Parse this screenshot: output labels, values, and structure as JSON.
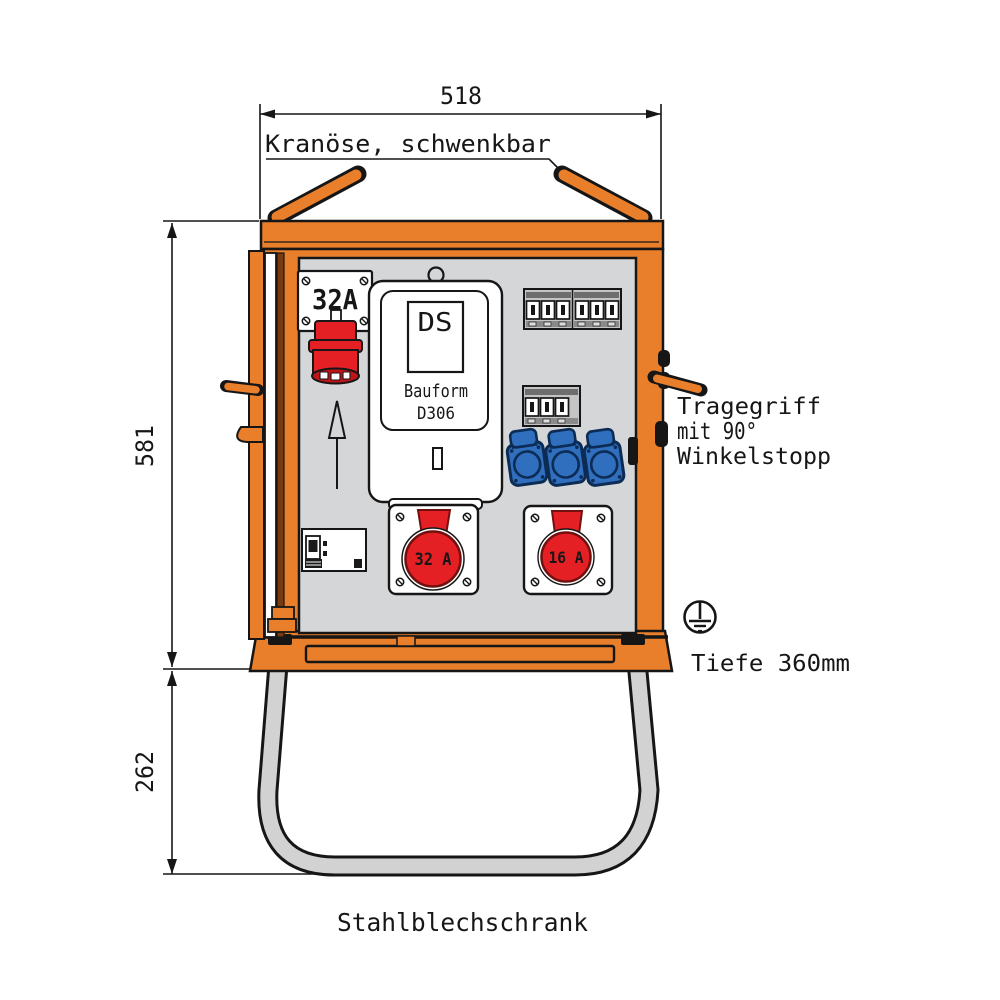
{
  "annotations": {
    "dim_width": "518",
    "dim_height_upper": "581",
    "dim_height_lower": "262",
    "crane_label": "Kranöse, schwenkbar",
    "handle_label_line1": "Tragegriff",
    "handle_label_line2": "mit 90°",
    "handle_label_line3": "Winkelstopp",
    "depth_label": "Tiefe 360mm",
    "cabinet_label": "Stahlblechschrank"
  },
  "components": {
    "inlet_rating": "32A",
    "meter_type": "DS",
    "meter_line1": "Bauform",
    "meter_line2": "D306",
    "cee_socket_left_rating": "32 A",
    "cee_socket_right_rating": "16 A"
  },
  "icons": {
    "earth_ground": "earth-ground-symbol",
    "direction_arrow": "up-arrow"
  },
  "colors": {
    "frame_orange": "#E97E2B",
    "door_dark_stripe": "#7A3A10",
    "line_black": "#161616",
    "panel_gray": "#D5D6D8",
    "cee_red": "#E52025",
    "cee_red_dark": "#C01418",
    "socket_blue": "#2F6FBD",
    "socket_blue_dark": "#0C2B55",
    "tube_gray": "#D2D2D3",
    "breaker_gray": "#C4C4C4"
  }
}
